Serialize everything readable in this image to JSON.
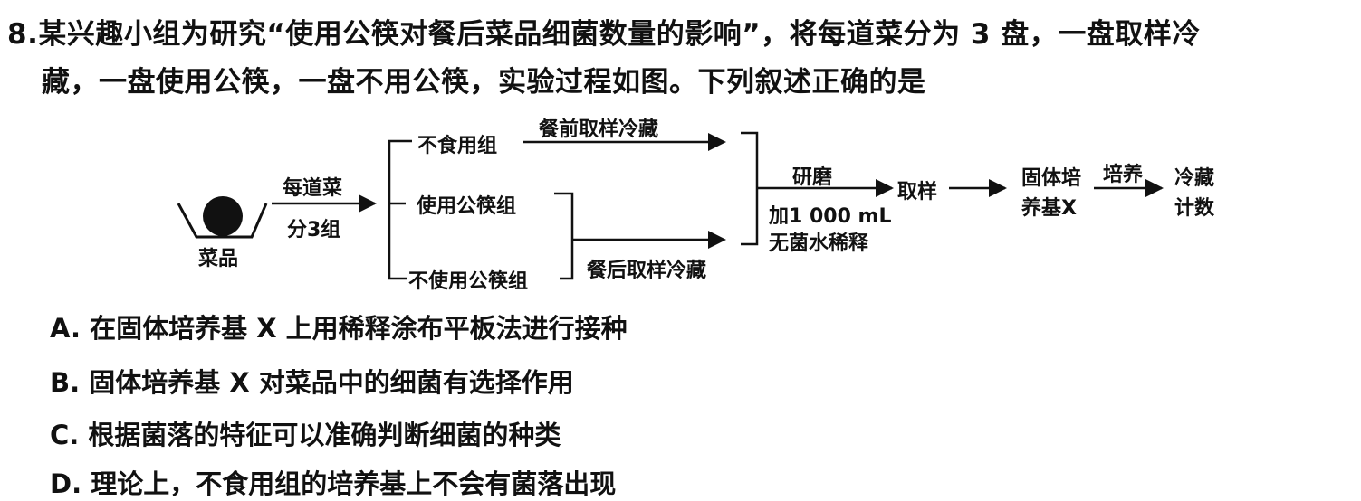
{
  "question": {
    "number": "8.",
    "stem_line1": "某兴趣小组为研究“使用公筷对餐后菜品细菌数量的影响”，将每道菜分为 3 盘，一盘取样冷",
    "stem_line2": "藏，一盘使用公筷，一盘不用公筷，实验过程如图。下列叙述正确的是"
  },
  "diagram": {
    "dish_label": "菜品",
    "split_top": "每道菜",
    "split_bottom": "分3组",
    "group_no_eat": "不食用组",
    "group_use": "使用公筷组",
    "group_no_use": "不使用公筷组",
    "before_meal": "餐前取样冷藏",
    "after_meal": "餐后取样冷藏",
    "grind": "研磨",
    "dilute_line1": "加1 000 mL",
    "dilute_line2": "无菌水稀释",
    "sample": "取样",
    "medium_line1": "固体培",
    "medium_line2": "养基X",
    "culture": "培养",
    "count_line1": "冷藏",
    "count_line2": "计数"
  },
  "options": [
    {
      "letter": "A.",
      "text": "在固体培养基 X 上用稀释涂布平板法进行接种"
    },
    {
      "letter": "B.",
      "text": "固体培养基 X 对菜品中的细菌有选择作用"
    },
    {
      "letter": "C.",
      "text": "根据菌落的特征可以准确判断细菌的种类"
    },
    {
      "letter": "D.",
      "text": "理论上，不食用组的培养基上不会有菌落出现"
    }
  ]
}
